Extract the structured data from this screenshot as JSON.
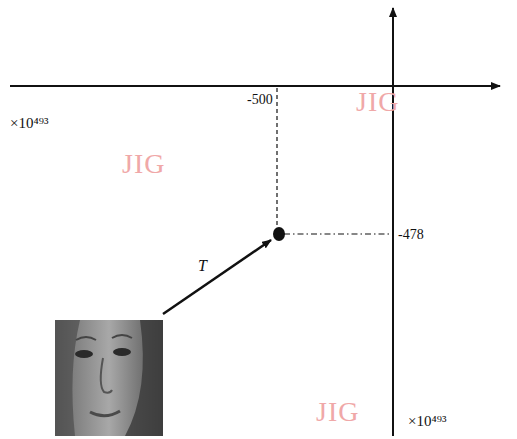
{
  "diagram": {
    "labels": [
      "×10⁴⁹³",
      "-500",
      "-478",
      "T",
      "×10⁴⁹³",
      "JIG",
      "JIG",
      "JIG"
    ]
  }
}
